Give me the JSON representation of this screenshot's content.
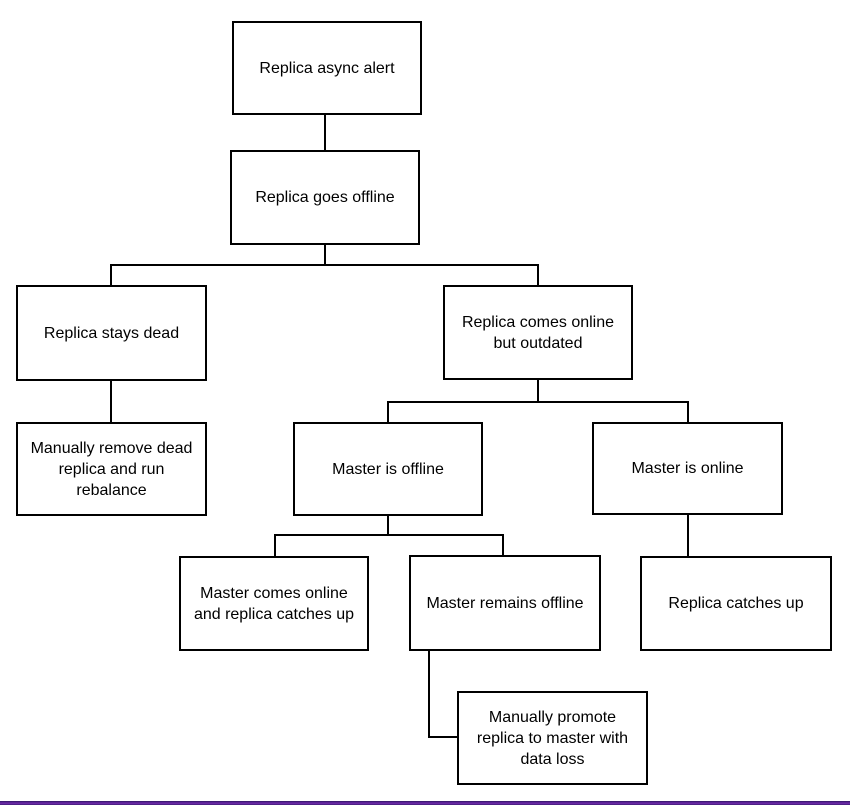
{
  "diagram": {
    "type": "flowchart",
    "nodes": [
      {
        "id": "replica-async-alert",
        "label": "Replica async alert"
      },
      {
        "id": "replica-goes-offline",
        "label": "Replica goes offline"
      },
      {
        "id": "replica-stays-dead",
        "label": "Replica stays dead"
      },
      {
        "id": "manually-remove-dead-replica",
        "label": "Manually remove dead\nreplica and run\nrebalance"
      },
      {
        "id": "replica-comes-online-but-outdated",
        "label": "Replica comes online\nbut outdated"
      },
      {
        "id": "master-is-offline",
        "label": "Master is offline"
      },
      {
        "id": "master-is-online",
        "label": "Master is online"
      },
      {
        "id": "master-comes-online",
        "label": "Master comes online\nand replica catches up"
      },
      {
        "id": "master-remains-offline",
        "label": "Master remains offline"
      },
      {
        "id": "manually-promote-replica",
        "label": "Manually promote\nreplica to master with\ndata loss"
      },
      {
        "id": "replica-catches-up",
        "label": "Replica catches up"
      }
    ],
    "edges": [
      {
        "from": "replica-async-alert",
        "to": "replica-goes-offline"
      },
      {
        "from": "replica-goes-offline",
        "to": "replica-stays-dead"
      },
      {
        "from": "replica-goes-offline",
        "to": "replica-comes-online-but-outdated"
      },
      {
        "from": "replica-stays-dead",
        "to": "manually-remove-dead-replica"
      },
      {
        "from": "replica-comes-online-but-outdated",
        "to": "master-is-offline"
      },
      {
        "from": "replica-comes-online-but-outdated",
        "to": "master-is-online"
      },
      {
        "from": "master-is-offline",
        "to": "master-comes-online"
      },
      {
        "from": "master-is-offline",
        "to": "master-remains-offline"
      },
      {
        "from": "master-is-online",
        "to": "replica-catches-up"
      },
      {
        "from": "master-remains-offline",
        "to": "manually-promote-replica"
      }
    ],
    "colors": {
      "node_border": "#000000",
      "node_background": "#ffffff",
      "node_text": "#000000",
      "connector": "#000000",
      "bottom_bar": "#5b1f96"
    }
  }
}
